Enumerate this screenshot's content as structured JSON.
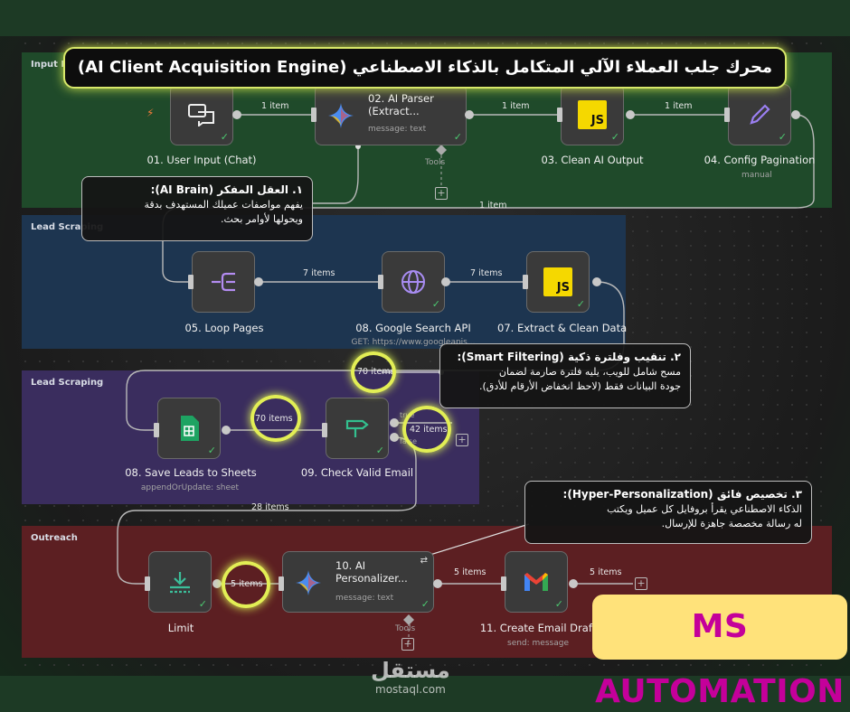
{
  "title": "محرك جلب العملاء الآلي المتكامل بالذكاء الاصطناعي (AI Client Acquisition Engine)",
  "sections": {
    "input": "Input P",
    "lead1": "Lead Scraping",
    "lead2": "Lead Scraping",
    "outreach": "Outreach"
  },
  "nodes": {
    "user_input": {
      "title": "01. User Input (Chat)"
    },
    "ai_parser": {
      "title_line1": "02. AI Parser",
      "title_line2": "(Extract...",
      "sub": "message: text",
      "tools": "Tools"
    },
    "clean_ai": {
      "title": "03. Clean AI Output",
      "js": "JS"
    },
    "config_pagination": {
      "title": "04. Config Pagination",
      "sub": "manual"
    },
    "loop_pages": {
      "title": "05. Loop Pages"
    },
    "google_search": {
      "title": "08. Google Search API",
      "sub": "GET: https://www.googleapis..."
    },
    "extract_clean": {
      "title": "07. Extract & Clean Data",
      "js": "JS"
    },
    "save_leads": {
      "title": "08. Save Leads to Sheets",
      "sub": "appendOrUpdate: sheet"
    },
    "check_email": {
      "title": "09. Check Valid Email",
      "true": "true",
      "false": "false"
    },
    "limit": {
      "title": "Limit"
    },
    "ai_personalizer": {
      "title_line1": "10. AI",
      "title_line2": "Personalizer...",
      "sub": "message: text",
      "tools": "Tools"
    },
    "create_draft": {
      "title": "11. Create Email Draft",
      "sub": "send: message"
    }
  },
  "edges": {
    "e1": "1 item",
    "e2": "1 item",
    "e3": "1 item",
    "e4": "1 item",
    "e5": "7 items",
    "e6": "7 items",
    "e7": "70 items",
    "e8": "70 items",
    "e9": "42 items",
    "e10": "28 items",
    "e11": "5 items",
    "e12": "5 items",
    "e13": "5 items"
  },
  "callouts": {
    "brain": {
      "title": "١. العقل المفكر (AI Brain):",
      "body1": "يفهم مواصفات عميلك المستهدف بدقة",
      "body2": "ويحولها لأوامر بحث."
    },
    "filtering": {
      "title": "٢. تنقيب وفلترة ذكية (Smart Filtering):",
      "body1": "مسح شامل للويب، يليه فلترة صارمة لضمان",
      "body2": "جودة البيانات فقط (لاحظ انخفاض الأرقام للأدق)."
    },
    "personalization": {
      "title": "٣. تخصيص فائق (Hyper-Personalization):",
      "body1": "الذكاء الاصطناعي يقرأ بروفايل كل عميل ويكتب",
      "body2": "له رسالة مخصصة جاهزة للإرسال."
    }
  },
  "badge": "MS AUTOMATION",
  "watermark": {
    "logo": "مستقل",
    "url": "mostaql.com"
  },
  "colors": {
    "input_section": "#1f4a2a",
    "lead1_section": "#1d3550",
    "lead2_section": "#3a2d5e",
    "outreach_section": "#5c1f22",
    "highlight": "#e2ee55",
    "badge_bg": "#ffe27a",
    "badge_text": "#c4009a"
  }
}
